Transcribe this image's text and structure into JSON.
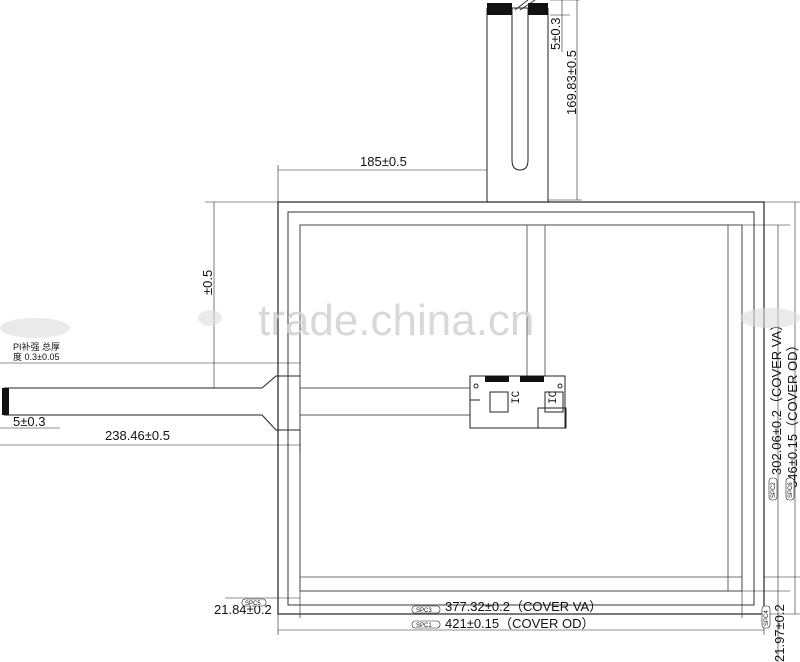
{
  "dimensions": {
    "tail_length": "169.83±0.5",
    "tail_width_top": "5±0.3",
    "tail_offset": "185±0.5",
    "left_offset": "±0.5",
    "left_tail_width": "5±0.3",
    "left_tail_length": "238.46±0.5",
    "va_height": "302.06±0.2（COVER VA）",
    "od_height": "346±0.15（COVER OD）",
    "va_width": "377.32±0.2（COVER VA）",
    "od_width": "421±0.15（COVER OD）",
    "margin_left": "21.84±0.2",
    "margin_bottom": "21.97±0.2"
  },
  "notes": {
    "pi_line1": "PI补强 总厚",
    "pi_line2": "度 0.3±0.05"
  },
  "tags": {
    "spc1": "SPC1",
    "spc2": "SPC2",
    "spc3": "SPC3",
    "spc4": "SPC4",
    "spc5": "SPC5",
    "spc6": "SPC6"
  },
  "chips": {
    "chip1": "IC",
    "chip2": "IC"
  },
  "watermark": "trade.china.cn"
}
